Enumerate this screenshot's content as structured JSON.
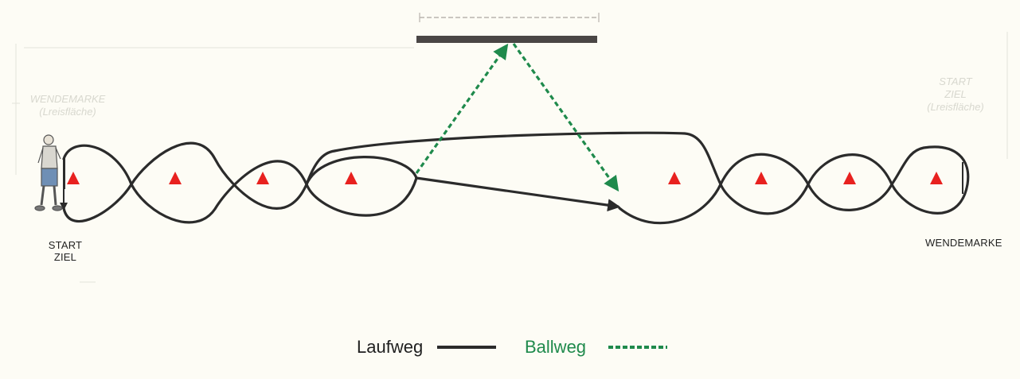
{
  "labels": {
    "start_left_line1": "START",
    "start_left_line2": "ZIEL",
    "turn_right": "WENDEMARKE"
  },
  "faint_labels": {
    "left_line1": "WENDEMARKE",
    "left_line2": "(Lreisfläche)",
    "right_line1": "START",
    "right_line2": "ZIEL",
    "right_line3": "(Lreisfläche)"
  },
  "legend": {
    "run_label": "Laufweg",
    "ball_label": "Ballweg"
  },
  "colors": {
    "background": "#fdfcf5",
    "run_path": "#2b2b2b",
    "ball_path": "#1f8a4c",
    "cone": "#e8211f",
    "wall": "#4a4645"
  },
  "icons": {
    "player": "person-figure-icon",
    "cone": "triangle-cone-icon"
  }
}
